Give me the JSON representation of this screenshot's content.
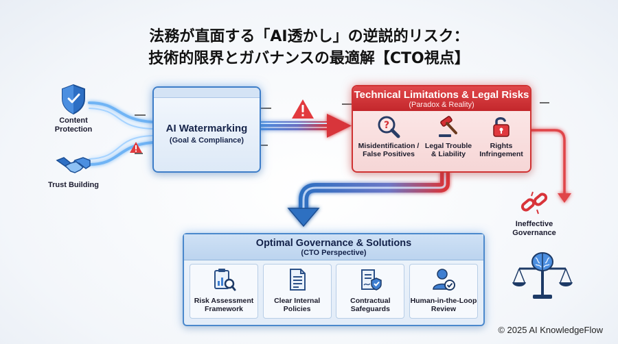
{
  "title": {
    "line1": "法務が直面する「AI透かし」の逆説的リスク：",
    "line2": "技術的限界とガバナンスの最適解【CTO視点】"
  },
  "left": {
    "content_protection": [
      "Content",
      "Protection"
    ],
    "trust_building": "Trust Building"
  },
  "watermark": {
    "title": "AI Watermarking",
    "subtitle": "(Goal & Compliance)"
  },
  "risks": {
    "title": "Technical Limitations & Legal Risks",
    "subtitle": "(Paradox & Reality)",
    "items": [
      {
        "icon": "magnifier-question-icon",
        "label": [
          "Misidentification /",
          "False Positives"
        ]
      },
      {
        "icon": "gavel-icon",
        "label": [
          "Legal Trouble",
          "& Liability"
        ]
      },
      {
        "icon": "broken-lock-icon",
        "label": [
          "Rights",
          "Infringement"
        ]
      }
    ]
  },
  "ineffective": [
    "Ineffective",
    "Governance"
  ],
  "governance": {
    "title": "Optimal Governance & Solutions",
    "subtitle": "(CTO Perspective)",
    "items": [
      {
        "icon": "clipboard-chart-icon",
        "label": [
          "Risk Assessment",
          "Framework"
        ]
      },
      {
        "icon": "document-icon",
        "label": [
          "Clear Internal",
          "Policies"
        ]
      },
      {
        "icon": "contract-shield-icon",
        "label": [
          "Contractual",
          "Safeguards"
        ]
      },
      {
        "icon": "person-check-icon",
        "label": [
          "Human-in-the-Loop",
          "Review"
        ]
      }
    ]
  },
  "copyright": "© 2025 AI KnowledgeFlow",
  "colors": {
    "blue": "#3d7dc8",
    "red": "#cf3232",
    "navy": "#16244a"
  }
}
